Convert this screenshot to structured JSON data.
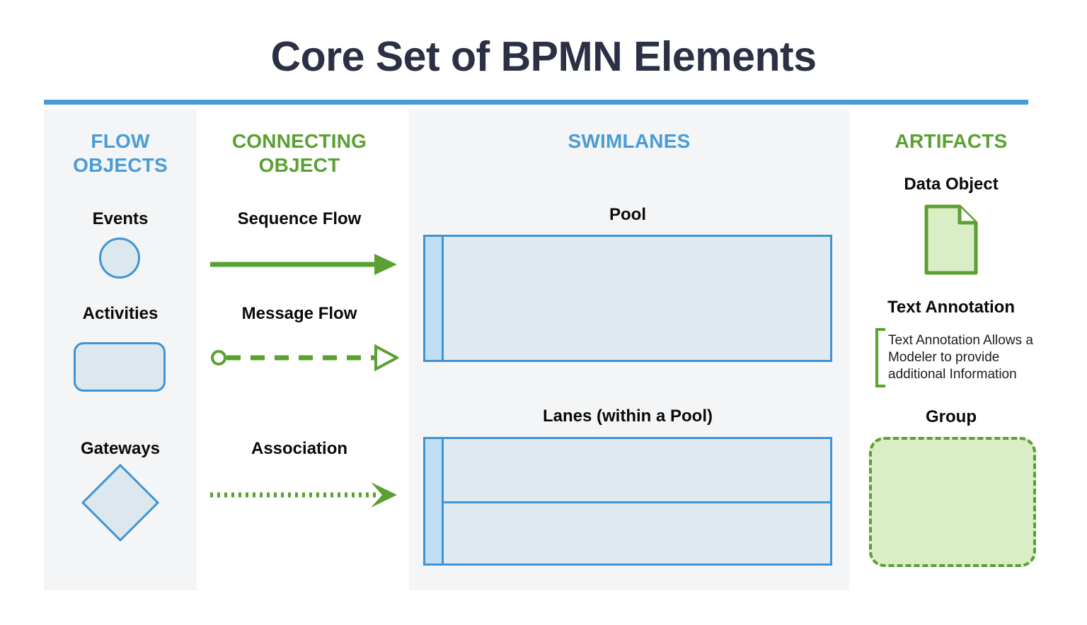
{
  "page": {
    "title": "Core Set of BPMN Elements",
    "accent_blue": "#4a9cd6",
    "accent_green": "#5ba033",
    "title_color": "#2b3044",
    "column_bg": "#f4f5f6",
    "shape_fill_blue": "#dde8ee",
    "shape_stroke_blue": "#3f94d4",
    "pool_header_fill": "#bfddf3",
    "artifact_fill_green": "#d9edc6"
  },
  "columns": {
    "flow_objects": {
      "heading": "FLOW OBJECTS",
      "heading_color": "#4a9cd6",
      "items": [
        {
          "label": "Events",
          "shape": "circle-icon"
        },
        {
          "label": "Activities",
          "shape": "rounded-rectangle-icon"
        },
        {
          "label": "Gateways",
          "shape": "diamond-icon"
        }
      ]
    },
    "connecting_object": {
      "heading": "CONNECTING OBJECT",
      "heading_color": "#5ba033",
      "items": [
        {
          "label": "Sequence Flow",
          "shape": "solid-arrow-icon"
        },
        {
          "label": "Message Flow",
          "shape": "dashed-arrow-open-circle-icon"
        },
        {
          "label": "Association",
          "shape": "dotted-arrow-icon"
        }
      ]
    },
    "swimlanes": {
      "heading": "SWIMLANES",
      "heading_color": "#4a9cd6",
      "items": [
        {
          "label": "Pool",
          "shape": "pool-icon"
        },
        {
          "label": "Lanes (within a Pool)",
          "shape": "lanes-icon"
        }
      ]
    },
    "artifacts": {
      "heading": "ARTIFACTS",
      "heading_color": "#5ba033",
      "items": [
        {
          "label": "Data Object",
          "shape": "document-icon"
        },
        {
          "label": "Text Annotation",
          "shape": "bracket-icon",
          "body": "Text Annotation Allows a Modeler to provide additional Information"
        },
        {
          "label": "Group",
          "shape": "dashed-rounded-rectangle-icon"
        }
      ]
    }
  }
}
